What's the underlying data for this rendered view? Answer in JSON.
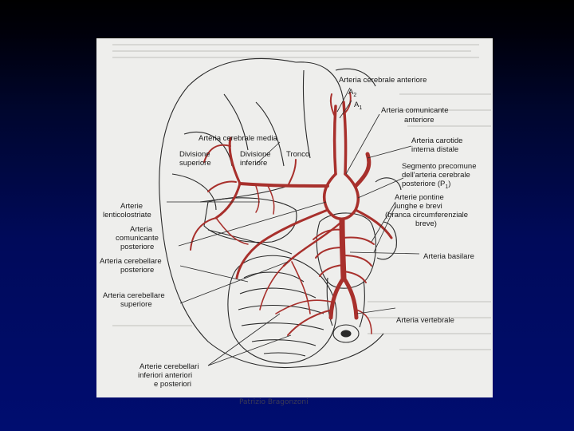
{
  "labels": {
    "cerebrale_anteriore": "Arteria cerebrale anteriore",
    "a2": "A",
    "a2_sub": "2",
    "a1": "A",
    "a1_sub": "1",
    "comunicante_anteriore_1": "Arteria comunicante",
    "comunicante_anteriore_2": "anteriore",
    "cerebrale_media": "Arteria cerebrale media",
    "div_superiore_1": "Divisione",
    "div_superiore_2": "superiore",
    "div_inferiore_1": "Divisione",
    "div_inferiore_2": "inferiore",
    "tronco": "Tronco",
    "carotide_1": "Arteria carotide",
    "carotide_2": "interna distale",
    "segmento_1": "Segmento precomune",
    "segmento_2": "dell'arteria cerebrale",
    "segmento_3": "posteriore (P",
    "segmento_3_sub": "1",
    "segmento_3_end": ")",
    "lenticolostriate_1": "Arterie",
    "lenticolostriate_2": "lenticolostriate",
    "pontine_1": "Arterie pontine",
    "pontine_2": "lunghe e brevi",
    "pontine_3": "(branca circumferenziale",
    "pontine_4": "breve)",
    "comunicante_posteriore_1": "Arteria",
    "comunicante_posteriore_2": "comunicante",
    "comunicante_posteriore_3": "posteriore",
    "basilare": "Arteria basilare",
    "cerebellare_posteriore_1": "Arteria cerebellare",
    "cerebellare_posteriore_2": "posteriore",
    "cerebellare_superiore_1": "Arteria cerebellare",
    "cerebellare_superiore_2": "superiore",
    "vertebrale": "Arteria vertebrale",
    "cerebellari_1": "Arterie cerebellari",
    "cerebellari_2": "inferiori anteriori",
    "cerebellari_3": "e posteriori"
  },
  "footer": "Patrizio Bragonzoni",
  "colors": {
    "artery": "#a8302c",
    "outline": "#2a2a2a",
    "paper": "#eeeeec"
  }
}
